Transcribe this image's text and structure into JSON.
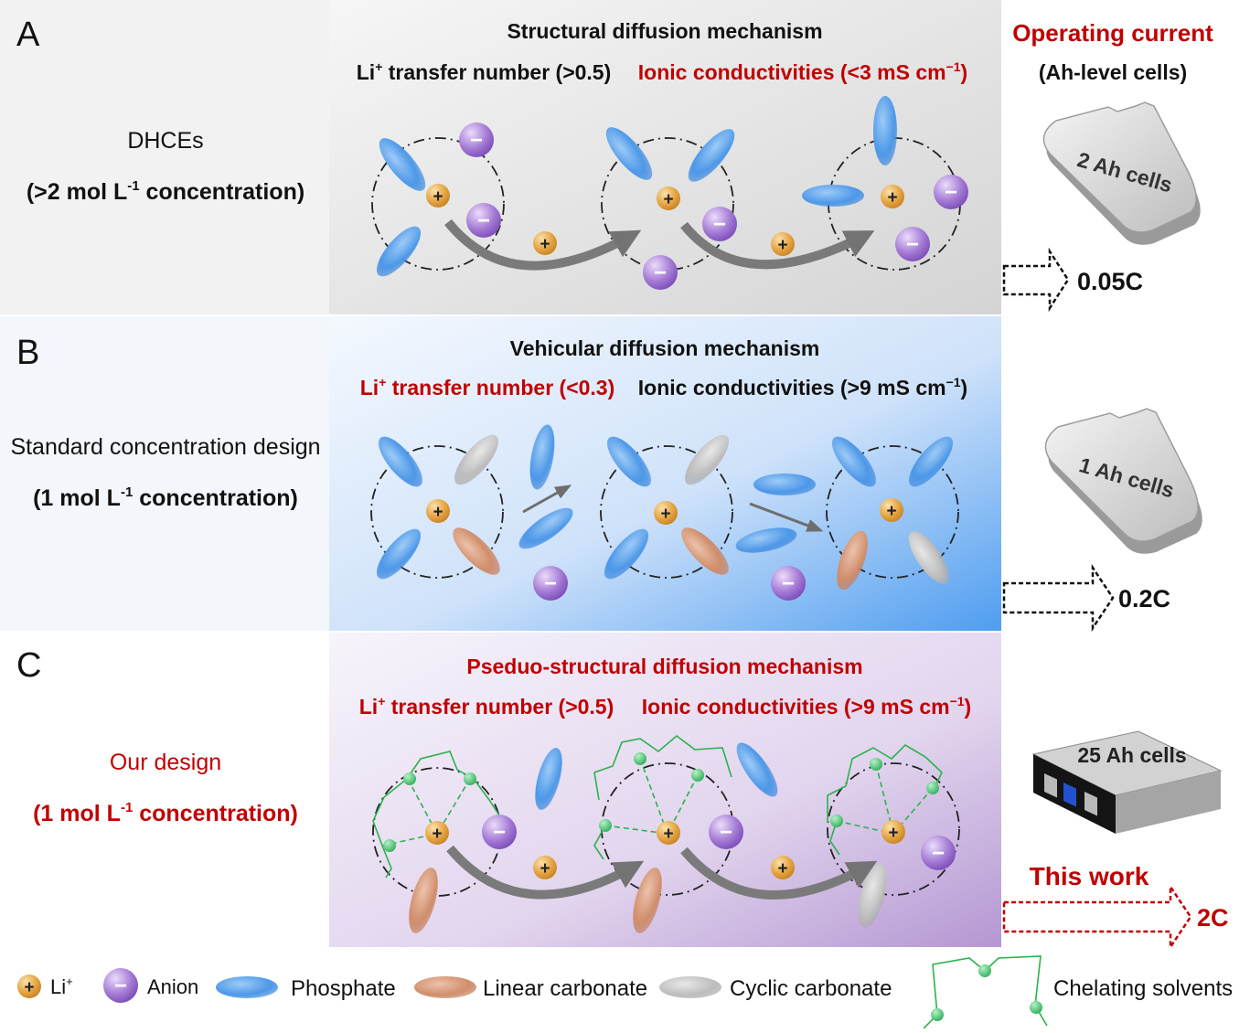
{
  "colors": {
    "red": "#c00000",
    "black": "#111111",
    "phosphate": "#5aa0e6",
    "linear_carbonate": "#d6997a",
    "cyclic_carbonate": "#c9c9c9",
    "anion": "#a77fd4",
    "li": "#e0a13c",
    "chelating": "#2bb24c",
    "arrow": "#7a7a7a"
  },
  "panels": {
    "a": {
      "letter": "A",
      "label": "DHCEs",
      "concentration": {
        "prefix": "(>2 mol L",
        "sup": "-1",
        "suffix": " concentration)"
      },
      "mechanism": "Structural diffusion mechanism",
      "transfer": {
        "prefix": "Li",
        "sup": "+",
        "suffix": " transfer number (>0.5)"
      },
      "conductivity": {
        "prefix": "Ionic conductivities (<3 mS cm",
        "sup": "−1",
        "suffix": ")"
      },
      "cell_label": "2 Ah cells",
      "rate": "0.05C"
    },
    "b": {
      "letter": "B",
      "label": "Standard concentration design",
      "concentration": {
        "prefix": "(1 mol L",
        "sup": "-1",
        "suffix": " concentration)"
      },
      "mechanism": "Vehicular diffusion mechanism",
      "transfer": {
        "prefix": "Li",
        "sup": "+",
        "suffix": " transfer number  (<0.3)"
      },
      "conductivity": {
        "prefix": "Ionic conductivities (>9 mS cm",
        "sup": "−1",
        "suffix": ")"
      },
      "cell_label": "1 Ah cells",
      "rate": "0.2C"
    },
    "c": {
      "letter": "C",
      "label": "Our design",
      "concentration": {
        "prefix": "(1 mol L",
        "sup": "-1",
        "suffix": " concentration)"
      },
      "mechanism": "Pseduo-structural diffusion mechanism",
      "transfer": {
        "prefix": "Li",
        "sup": "+",
        "suffix": " transfer number (>0.5)"
      },
      "conductivity": {
        "prefix": "Ionic conductivities (>9 mS cm",
        "sup": "−1",
        "suffix": ")"
      },
      "cell_label": "25 Ah cells",
      "this_work": "This work",
      "rate": "2C"
    }
  },
  "header_right": {
    "title": "Operating current",
    "subtitle": "(Ah-level cells)"
  },
  "symbols": {
    "plus": "+",
    "minus": "−"
  },
  "legend": {
    "li": {
      "prefix": "Li",
      "sup": "+"
    },
    "anion": "Anion",
    "phosphate": "Phosphate",
    "linear": "Linear carbonate",
    "cyclic": "Cyclic carbonate",
    "chelating": "Chelating solvents"
  }
}
